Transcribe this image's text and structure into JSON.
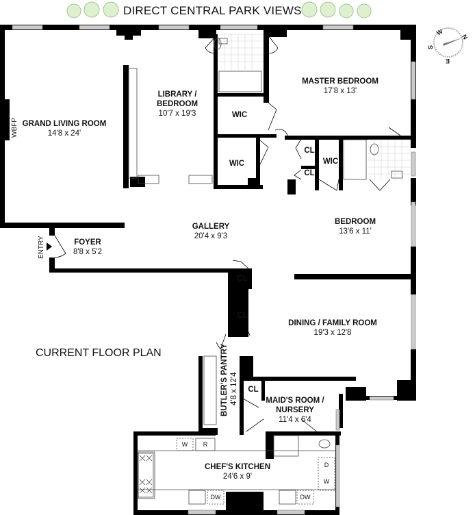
{
  "header": {
    "title": "DIRECT CENTRAL PARK VIEWS"
  },
  "caption": "CURRENT FLOOR PLAN",
  "compass": {
    "n": "N",
    "s": "S",
    "e": "E",
    "w": "W"
  },
  "rooms": {
    "grand_living": {
      "name": "GRAND LIVING ROOM",
      "dims": "14'8 x 24'"
    },
    "library": {
      "name_1": "LIBRARY /",
      "name_2": "BEDROOM",
      "dims": "10'7 x 19'3"
    },
    "master": {
      "name": "MASTER BEDROOM",
      "dims": "17'8 x 13'"
    },
    "bedroom": {
      "name": "BEDROOM",
      "dims": "13'6 x 11'"
    },
    "gallery": {
      "name": "GALLERY",
      "dims": "20'4 x 9'3"
    },
    "foyer": {
      "name": "FOYER",
      "dims": "8'8 x 5'2"
    },
    "dining": {
      "name": "DINING / FAMILY ROOM",
      "dims": "19'3 x 12'8"
    },
    "pantry": {
      "name": "BUTLER'S PANTRY",
      "dims": "4'8 x 12'4"
    },
    "maid": {
      "name_1": "MAID'S ROOM /",
      "name_2": "NURSERY",
      "dims": "11'4 x 6'4"
    },
    "kitchen": {
      "name": "CHEF'S KITCHEN",
      "dims": "24'6 x 9'"
    }
  },
  "closets": {
    "wic": "WIC",
    "cl": "CL"
  },
  "fixtures": {
    "wbfp": "WBFP",
    "entry": "ENTRY",
    "washer": "W",
    "fridge": "R",
    "dryer": "D",
    "dishwasher": "DW"
  }
}
